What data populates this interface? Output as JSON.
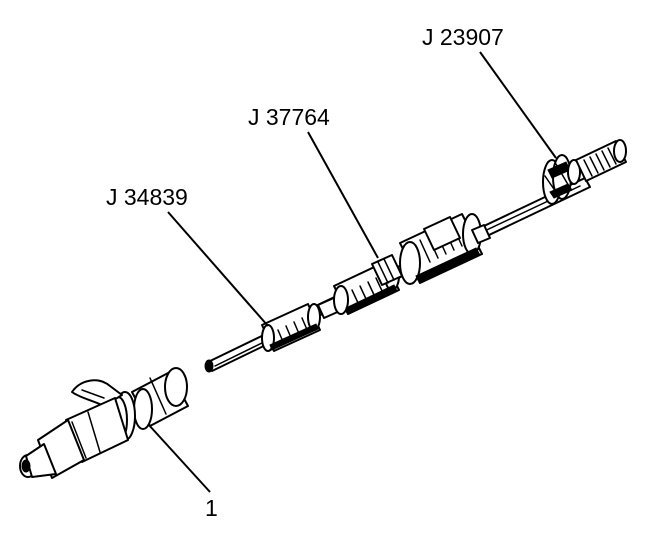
{
  "callouts": {
    "j23907": "J 23907",
    "j37764": "J 37764",
    "j34839": "J 34839",
    "item1": "1"
  }
}
